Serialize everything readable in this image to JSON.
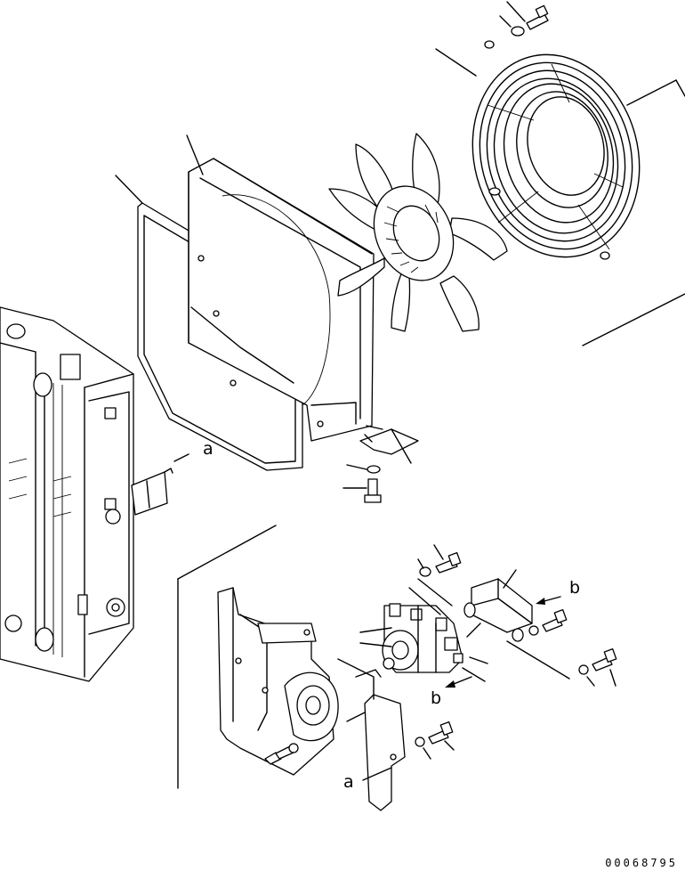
{
  "drawing": {
    "callout_a": "a",
    "callout_b": "b",
    "drawing_number": "00068795"
  }
}
